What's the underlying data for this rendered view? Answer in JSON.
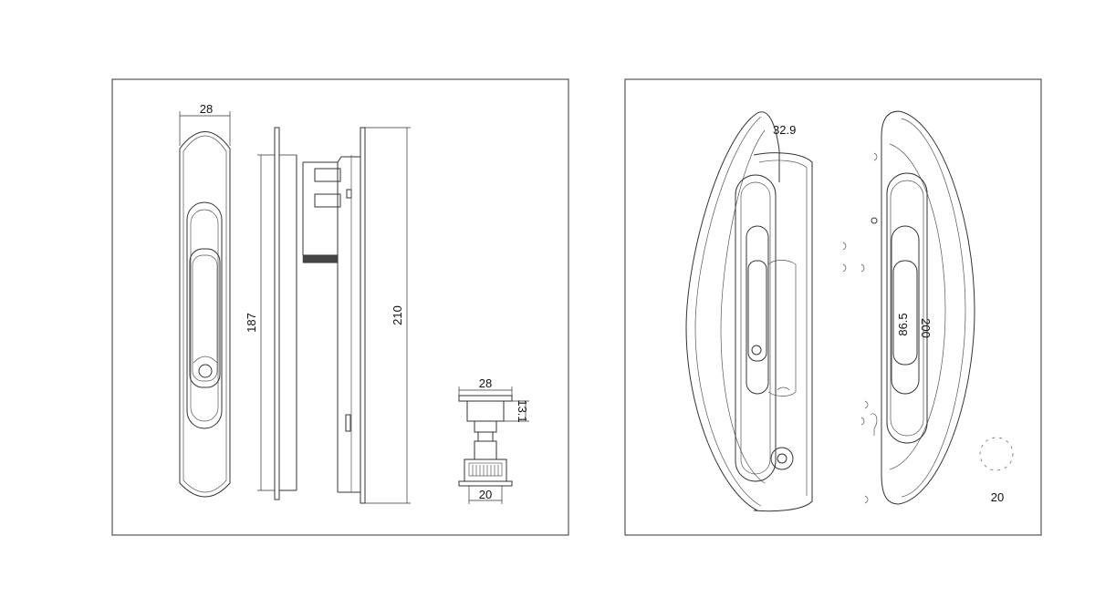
{
  "left_panel": {
    "dims": {
      "front_width": "28",
      "side_height": "187",
      "total_height": "210",
      "lock_width": "28",
      "lock_depth": "13.1",
      "lock_base": "20"
    }
  },
  "right_panel": {
    "dims": {
      "top_offset": "32.9",
      "inner_height": "86.5",
      "outer_height": "200",
      "bottom_value": "20"
    }
  }
}
